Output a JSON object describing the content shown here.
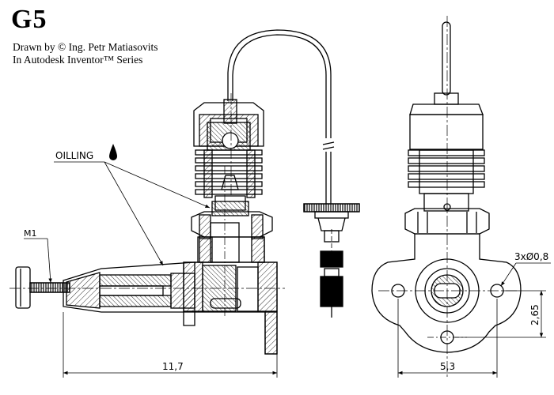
{
  "header": {
    "title": "G5",
    "credit_line1": "Drawn by © Ing. Petr Matiasovits",
    "credit_line2": "In Autodesk Inventor™ Series"
  },
  "annotations": {
    "oilling": "OILLING",
    "thread": "M1",
    "holes": "3xØ0,8"
  },
  "dimensions": {
    "length_side": "11,7",
    "width_front": "5,3",
    "height_front": "2,65"
  },
  "colors": {
    "ink": "#000000",
    "hatch": "#000000",
    "centerline": "#000000"
  },
  "icons": {
    "oil_drop": "oil-drop-icon"
  }
}
